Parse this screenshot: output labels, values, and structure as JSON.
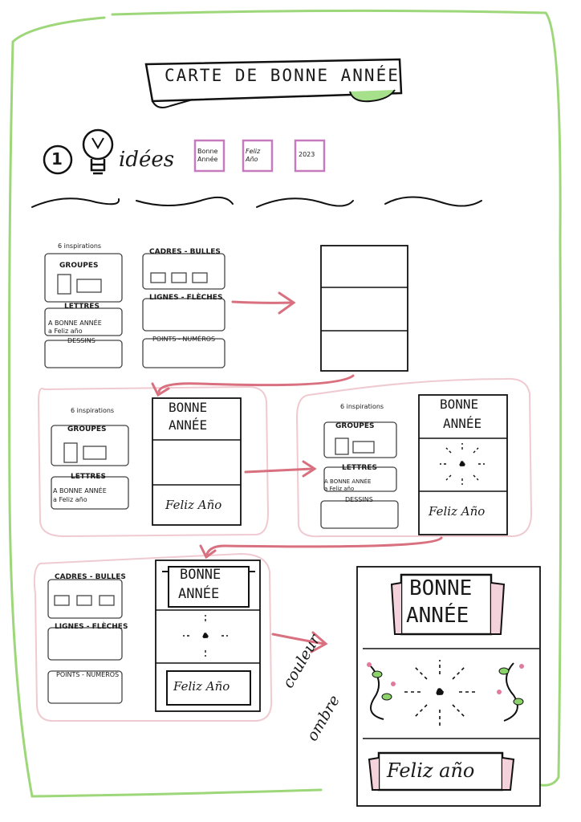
{
  "title": "CARTE DE BONNE ANNÉE",
  "ideas": {
    "number": "1",
    "label": "idées"
  },
  "idea_cards": [
    "Bonne Année",
    "Feliz Año",
    "2023"
  ],
  "mini_cards": {
    "inspirations": "6 inspirations",
    "groupes": "GROUPES",
    "lettres": "LETTRES",
    "dessins": "DESSINS",
    "cadres_bulles": "CADRES - BULLES",
    "lignes_fleches": "LIGNES - FLÈCHES",
    "points_numeros": "POINTS - NUMÉROS",
    "letters_sample_1": "A BONNE ANNÉE",
    "letters_sample_2": "a Feliz año"
  },
  "card_text": {
    "bonne_1": "BONNE",
    "annee_1": "ANNÉE",
    "feliz_1": "Feliz Año",
    "bonne_2": "BONNE",
    "annee_2": "ANNÉE",
    "feliz_2": "Feliz Año",
    "bonne_3": "BONNE",
    "annee_3": "ANNÉE",
    "feliz_3": "Feliz Año",
    "bonne_final": "BONNE",
    "annee_final": "ANNÉE",
    "feliz_final": "Feliz año"
  },
  "note": {
    "line1": "couleur",
    "line2": "ombre"
  },
  "colors": {
    "frame": "#9ed77a",
    "arrow": "#d9707f",
    "accent": "#c77bbf",
    "pinkZone": "#efcad1",
    "leaf": "#8bd36a",
    "berry": "#e07a9f"
  }
}
